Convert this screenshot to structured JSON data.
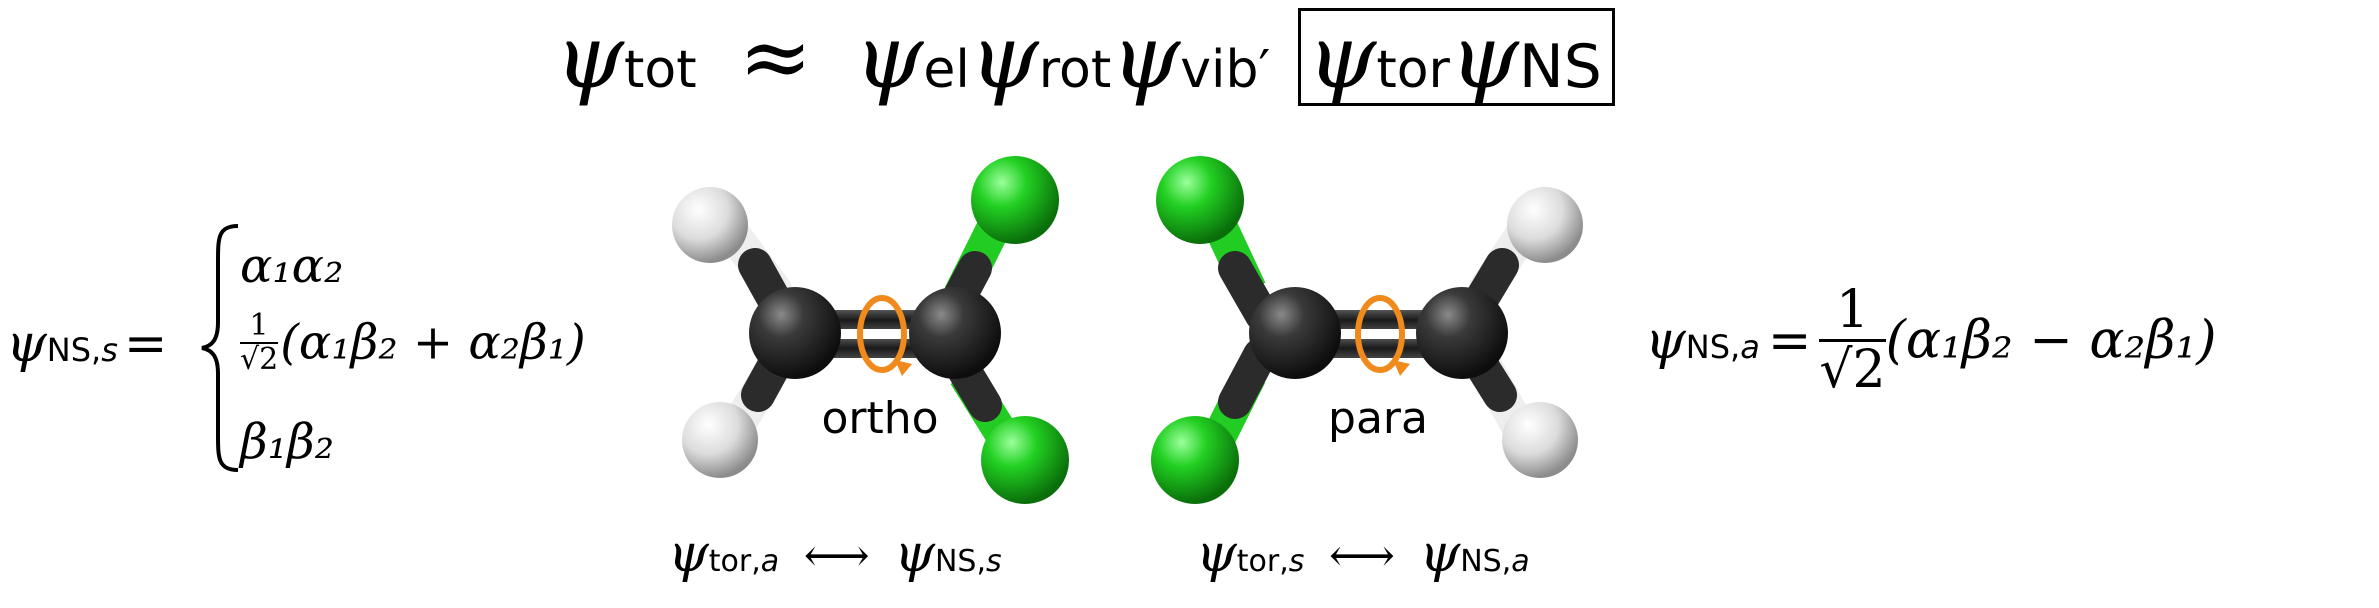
{
  "equation_main": {
    "lhs_symbol": "ψ",
    "lhs_sub": "tot",
    "approx": "≈",
    "factors": [
      {
        "symbol": "ψ",
        "sub": "el"
      },
      {
        "symbol": "ψ",
        "sub": "rot"
      },
      {
        "symbol": "ψ",
        "sub": "vib′"
      }
    ],
    "boxed_factors": [
      {
        "symbol": "ψ",
        "sub": "tor"
      },
      {
        "symbol": "ψ",
        "sub": "NS"
      }
    ]
  },
  "left_equation": {
    "lhs_symbol": "ψ",
    "lhs_sub": "NS,",
    "lhs_sub_italic": "s",
    "equals": "=",
    "cases": [
      "α₁α₂",
      "(α₁β₂ + α₂β₁)",
      "β₁β₂"
    ],
    "frac_num": "1",
    "frac_den": "√2"
  },
  "right_equation": {
    "lhs_symbol": "ψ",
    "lhs_sub": "NS,",
    "lhs_sub_italic": "a",
    "equals": "=",
    "frac_num": "1",
    "frac_den": "√2",
    "rhs": "(α₁β₂ − α₂β₁)"
  },
  "molecules": {
    "ortho_label": "ortho",
    "para_label": "para"
  },
  "correlations": {
    "ortho": {
      "left_symbol": "ψ",
      "left_sub": "tor,",
      "left_sub_italic": "a",
      "arrow": "⟷",
      "right_symbol": "ψ",
      "right_sub": "NS,",
      "right_sub_italic": "s"
    },
    "para": {
      "left_symbol": "ψ",
      "left_sub": "tor,",
      "left_sub_italic": "s",
      "arrow": "⟷",
      "right_symbol": "ψ",
      "right_sub": "NS,",
      "right_sub_italic": "a"
    }
  },
  "colors": {
    "carbon": "#2a2a2a",
    "hydrogen": "#e6e6e6",
    "chlorine": "#22cc22",
    "rotation_arrow": "#f08a1c"
  }
}
